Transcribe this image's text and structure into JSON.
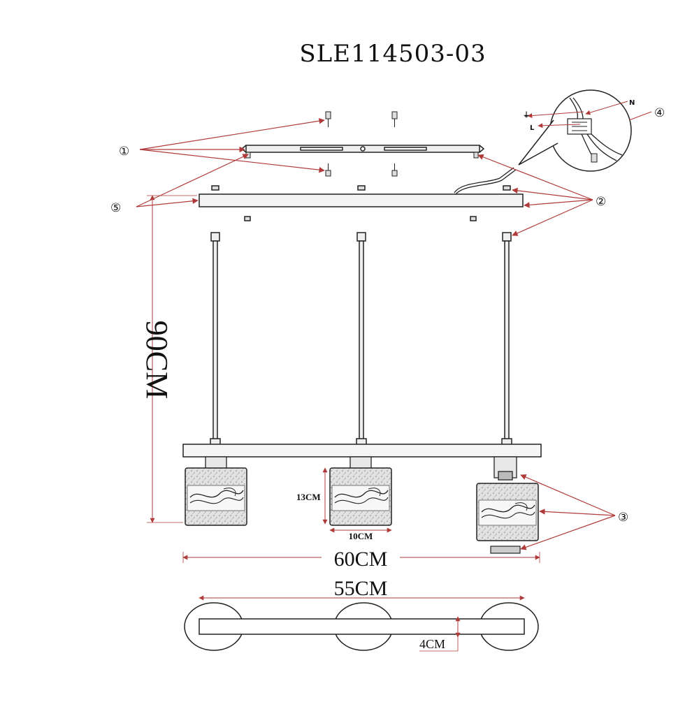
{
  "title": "SLE114503-03",
  "dimensions": {
    "height": "90CM",
    "shade_height": "13CM",
    "shade_width": "10CM",
    "bar_length": "60CM",
    "canopy_length": "55CM",
    "canopy_width": "4CM"
  },
  "callouts": {
    "c1": "①",
    "c2": "②",
    "c3": "③",
    "c4": "④",
    "c5": "⑤"
  },
  "wiring": {
    "neutral": "N",
    "live": "L",
    "earth": "⏚"
  },
  "colors": {
    "line": "#222222",
    "leader": "#b03a3a",
    "shade_fill": "#d9d9d9"
  }
}
